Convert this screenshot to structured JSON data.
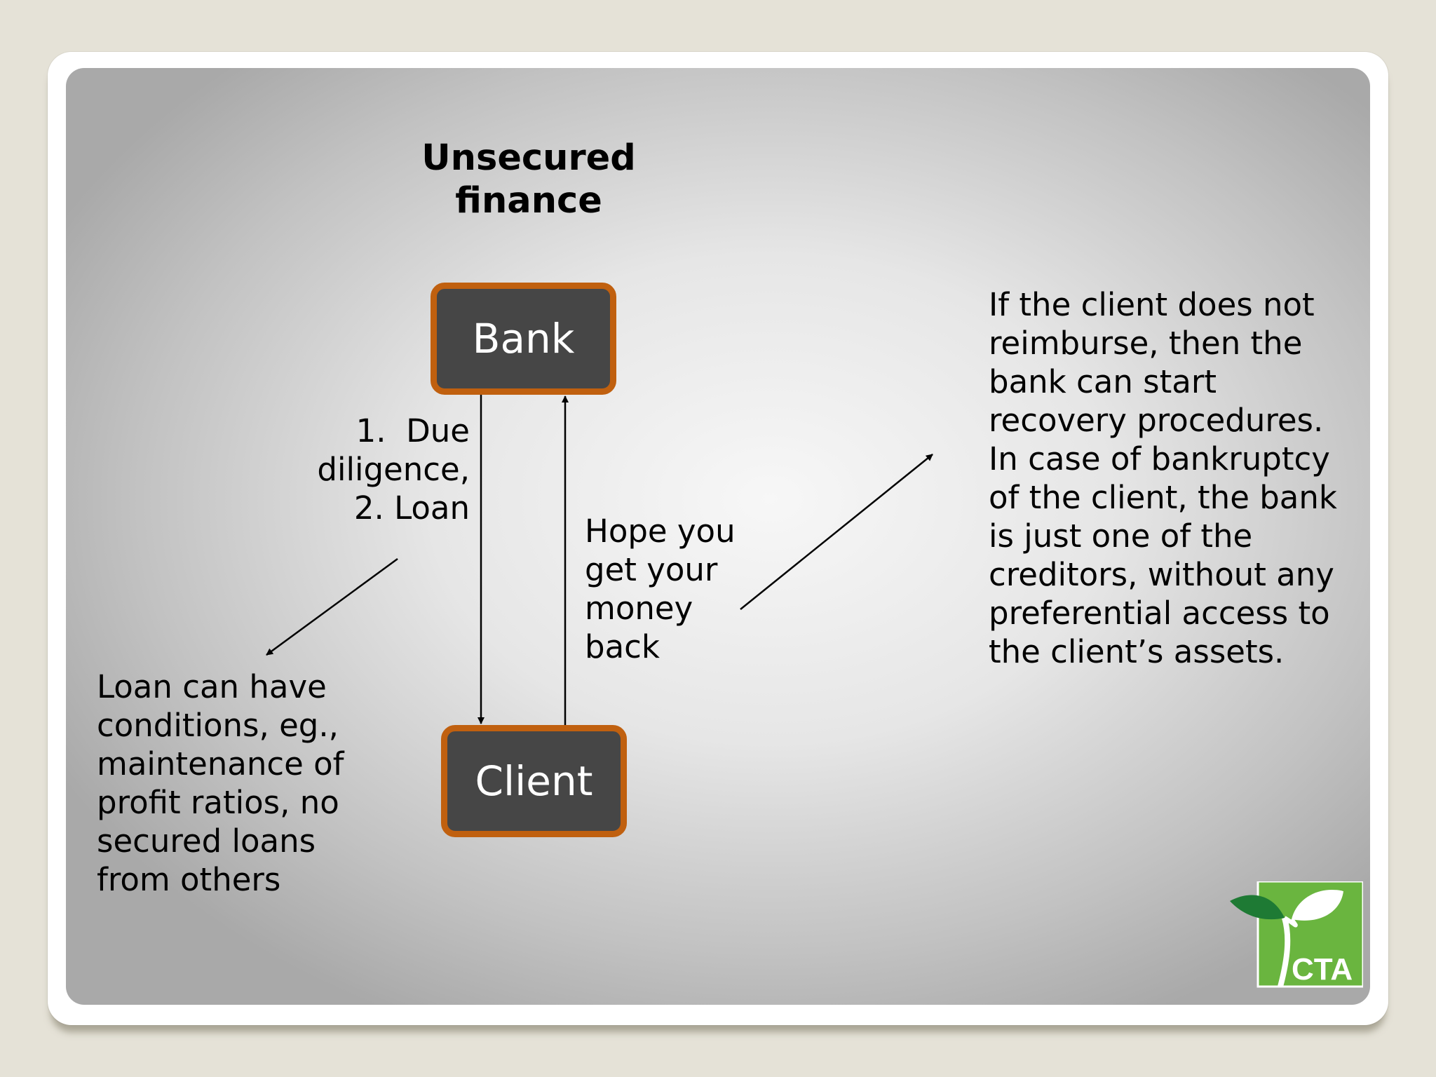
{
  "title": "Unsecured finance",
  "nodes": {
    "bank": "Bank",
    "client": "Client"
  },
  "labels": {
    "bank_to_client": "1.  Due\ndiligence,\n2. Loan",
    "client_to_bank": "Hope you get your money back",
    "loan_conditions": "Loan can have conditions, eg., maintenance of profit ratios, no secured loans from others",
    "recovery_note": "If the client does not reimburse, then the bank can start recovery procedures. In case of bankruptcy of the client, the bank is just one of the creditors, without any preferential access to the client’s assets."
  },
  "logo": {
    "text": "CTA",
    "icon": "leaf-sprout-icon",
    "colors": {
      "green": "#6ab53f",
      "dark_green": "#1e7a34"
    }
  },
  "colors": {
    "node_fill": "#464646",
    "node_border": "#c0600f"
  }
}
